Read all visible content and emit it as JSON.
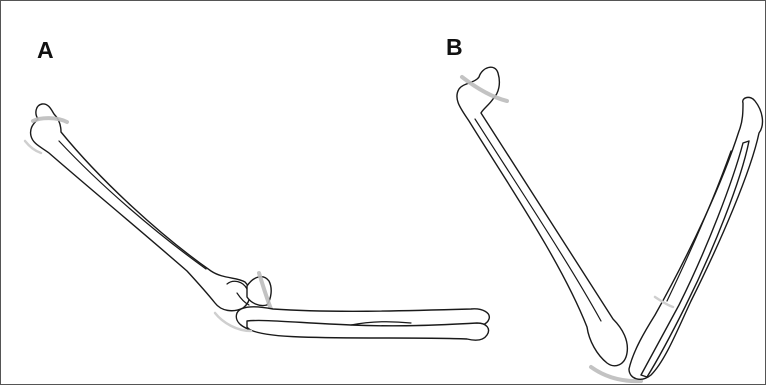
{
  "figure": {
    "panels": [
      {
        "id": "A",
        "label": "A"
      },
      {
        "id": "B",
        "label": "B"
      }
    ]
  }
}
